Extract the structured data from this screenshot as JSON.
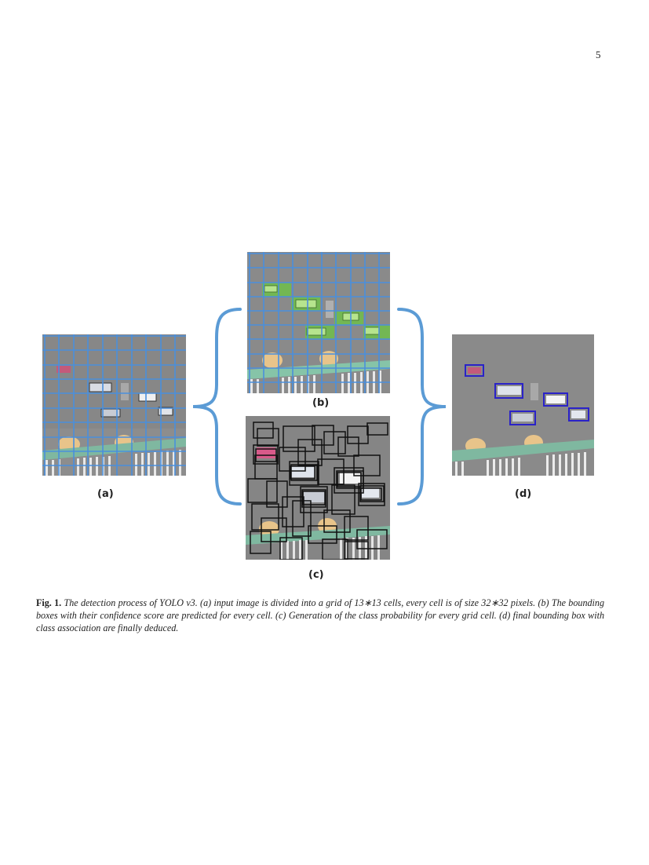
{
  "page": {
    "number": "5"
  },
  "figure": {
    "panels": [
      {
        "id": "a",
        "label": "(a)",
        "overlay": "grid",
        "grid_color": "#4a8fdc"
      },
      {
        "id": "b",
        "label": "(b)",
        "overlay": "grid-highlight",
        "grid_color": "#4a8fdc",
        "highlight_color": "#6fbf4a"
      },
      {
        "id": "c",
        "label": "(c)",
        "overlay": "many-boxes",
        "box_color": "#111111"
      },
      {
        "id": "d",
        "label": "(d)",
        "overlay": "final-boxes",
        "box_color": "#2a22c8"
      }
    ],
    "brace_color": "#5b9bd5",
    "grid_size": "13*13",
    "cell_size": "32*32"
  },
  "caption": {
    "lead": "Fig. 1.",
    "text": " The detection process of YOLO v3. (a) input image is divided into a grid of 13∗13 cells, every cell is of size 32∗32 pixels. (b) The bounding boxes with their confidence score are predicted for every cell. (c) Generation of the class probability for every grid cell. (d) final bounding box with class association are finally deduced."
  }
}
